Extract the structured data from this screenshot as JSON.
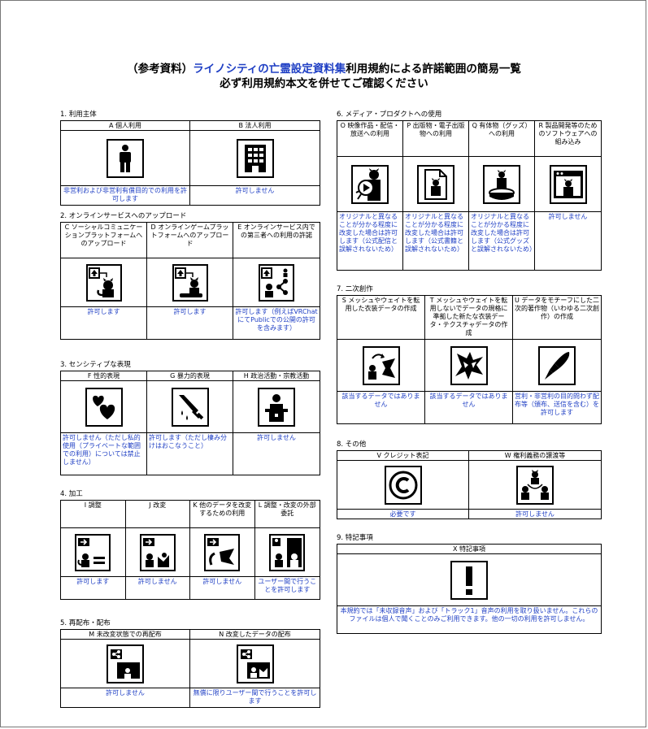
{
  "title": {
    "line1_a": "（参考資料）",
    "line1_b": "ライノシティの亡霊設定資料集",
    "line1_c": "利用規約による許諾範囲の簡易一覧",
    "line2": "必ず利用規約本文を併せてご確認ください"
  },
  "sections": [
    {
      "heading": "1. 利用主体",
      "items": [
        {
          "header": "A 個人利用",
          "icon": "person-icon",
          "value": "非営利および非営利有償目的での利用を許可します"
        },
        {
          "header": "B 法人利用",
          "icon": "building-icon",
          "value": "許可しません"
        }
      ]
    },
    {
      "heading": "2. オンラインサービスへのアップロード",
      "items": [
        {
          "header": "C ソーシャルコミュニケーションプラットフォームへのアップロード",
          "icon": "upload-social-icon",
          "value": "許可します"
        },
        {
          "header": "D オンラインゲームプラットフォームへのアップロード",
          "icon": "upload-game-icon",
          "value": "許可します"
        },
        {
          "header": "E オンラインサービス内での第三者への利用の許諾",
          "icon": "share-third-party-icon",
          "value": "許可します（例えばVRChatにてPublicでの公開の許可を含みます）"
        }
      ]
    },
    {
      "heading": "3. センシティブな表現",
      "items": [
        {
          "header": "F 性的表現",
          "icon": "hearts-icon",
          "value": "許可しません（ただし私的使用（プライベートな範囲での利用）については禁止しません）"
        },
        {
          "header": "G 暴力的表現",
          "icon": "knife-icon",
          "value": "許可します（ただし棲み分けはおこなうこと）"
        },
        {
          "header": "H 政治活動・宗教活動",
          "icon": "podium-icon",
          "value": "許可しません"
        }
      ]
    },
    {
      "heading": "4. 加工",
      "items": [
        {
          "header": "I 調整",
          "icon": "adjust-icon",
          "value": "許可します"
        },
        {
          "header": "J 改変",
          "icon": "modify-icon",
          "value": "許可しません"
        },
        {
          "header": "K 他のデータを改変するための利用",
          "icon": "modify-other-icon",
          "value": "許可しません"
        },
        {
          "header": "L 調整・改変の外部委託",
          "icon": "outsource-icon",
          "value": "ユーザー間で行うことを許可します"
        }
      ]
    },
    {
      "heading": "5. 再配布・配布",
      "items": [
        {
          "header": "M 未改変状態での再配布",
          "icon": "redistribute-icon",
          "value": "許可しません"
        },
        {
          "header": "N 改変したデータの配布",
          "icon": "distribute-modified-icon",
          "value": "無償に限りユーザー間で行うことを許可します"
        }
      ]
    },
    {
      "heading": "6. メディア・プロダクトへの使用",
      "items": [
        {
          "header": "O 映像作品・配信・放送への利用",
          "icon": "video-icon",
          "value": "オリジナルと異なることが分かる程度に改変した場合は許可します（公式配信と誤解されないため）"
        },
        {
          "header": "P 出版物・電子出版物への利用",
          "icon": "publication-icon",
          "value": "オリジナルと異なることが分かる程度に改変した場合は許可します（公式書籍と誤解されないため）"
        },
        {
          "header": "Q 有体物（グッズ）への利用",
          "icon": "goods-icon",
          "value": "オリジナルと異なることが分かる程度に改変した場合は許可します（公式グッズと誤解されないため）"
        },
        {
          "header": "R 製品開発等のためのソフトウェアへの組み込み",
          "icon": "software-icon",
          "value": "許可しません"
        }
      ]
    },
    {
      "heading": "7. 二次創作",
      "items": [
        {
          "header": "S メッシュやウェイトを転用した衣装データの作成",
          "icon": "mesh-icon",
          "value": "該当するデータではありません"
        },
        {
          "header": "T メッシュやウェイトを転用しないでデータの規格に準拠した新たな衣装データ・テクスチャデータの作成",
          "icon": "texture-icon",
          "value": "該当するデータではありません"
        },
        {
          "header": "U データをモチーフにした二次的著作物（いわゆる二次創作）の作成",
          "icon": "pen-icon",
          "value": "営利・非営利の目的問わず配布等（頒布、送信を含む）を許可します"
        }
      ]
    },
    {
      "heading": "8. その他",
      "items": [
        {
          "header": "V クレジット表記",
          "icon": "copyright-icon",
          "value": "必要です"
        },
        {
          "header": "W 権利義務の譲渡等",
          "icon": "transfer-icon",
          "value": "許可しません"
        }
      ]
    },
    {
      "heading": "9. 特記事項",
      "items": [
        {
          "header": "X 特記事項",
          "icon": "exclamation-icon",
          "value": "本規約では「未収録音声」および「トラック1」音声の利用を取り扱いません。これらのファイルは個人で聞くことのみご利用できます。他の一切の利用を許可しません。"
        }
      ]
    }
  ]
}
